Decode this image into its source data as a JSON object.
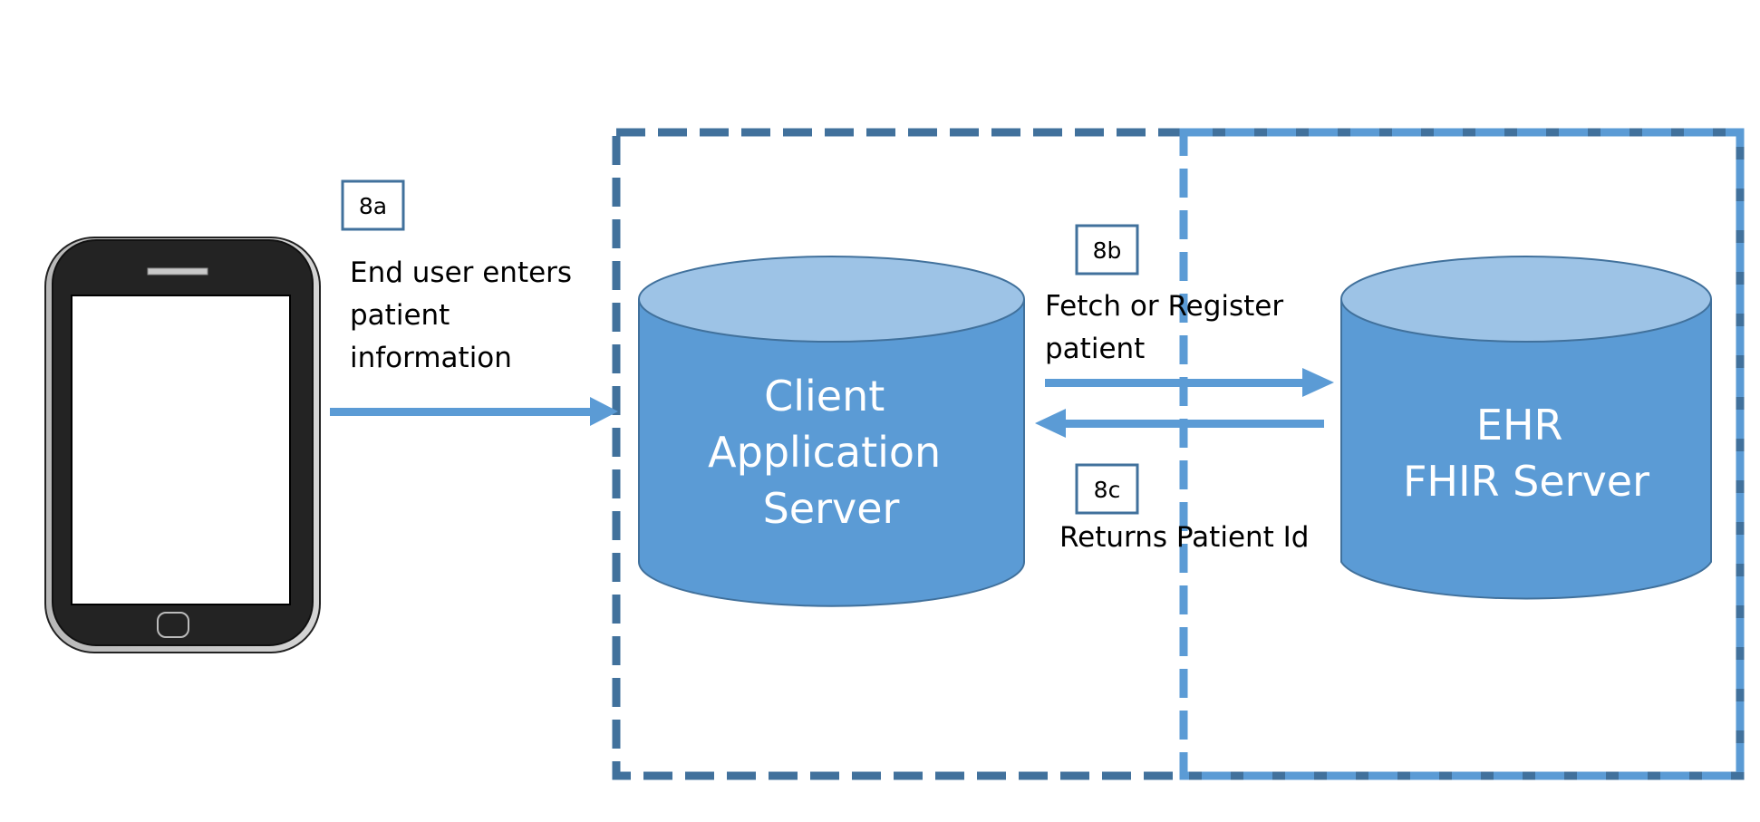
{
  "colors": {
    "arrow": "#5b9bd5",
    "cylinder_body": "#5b9bd5",
    "cylinder_top": "#9dc3e6",
    "cylinder_stroke": "#41719c",
    "boundary_outer": "#41719c",
    "boundary_inner": "#5b9bd5",
    "step_box_border": "#41719c"
  },
  "device": {
    "icon": "smartphone-icon"
  },
  "steps": {
    "a": {
      "label": "8a",
      "text_lines": [
        "End user enters",
        "patient",
        "information"
      ]
    },
    "b": {
      "label": "8b",
      "text_lines": [
        "Fetch or Register",
        "patient"
      ]
    },
    "c": {
      "label": "8c",
      "text_lines": [
        "Returns Patient Id"
      ]
    }
  },
  "nodes": {
    "client": {
      "icon": "database-cylinder-icon",
      "lines": [
        "Client",
        "Application",
        "Server"
      ]
    },
    "ehr": {
      "icon": "database-cylinder-icon",
      "lines": [
        "EHR",
        "FHIR Server"
      ]
    }
  }
}
